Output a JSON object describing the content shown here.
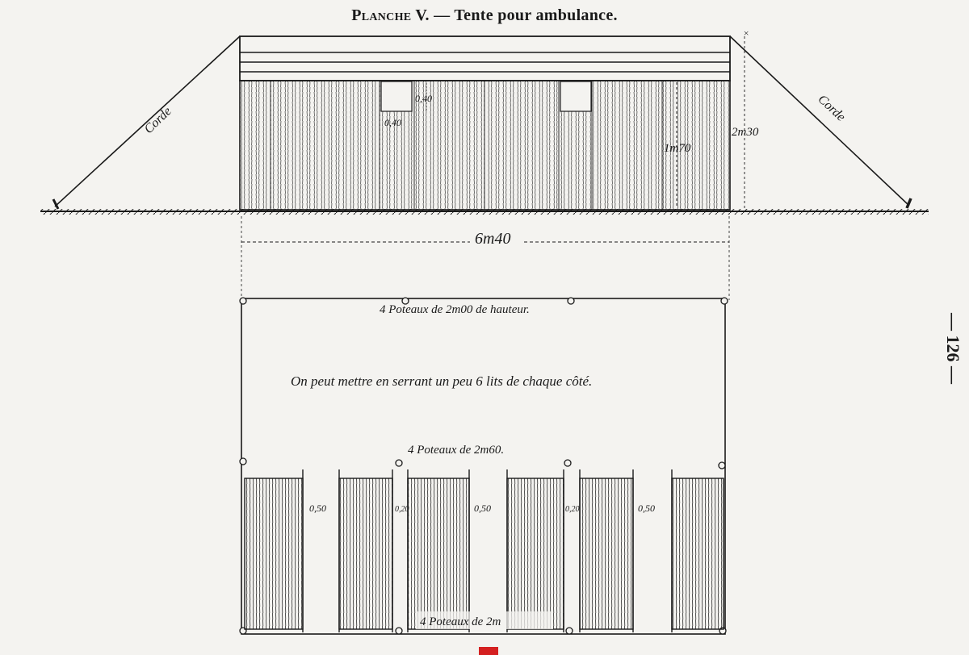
{
  "title": {
    "plate": "Planche V.",
    "dash": " — ",
    "caption": "Tente pour ambulance."
  },
  "page_number": "— 126 —",
  "elevation": {
    "rope_left": "Corde",
    "rope_right": "Corde",
    "window_height": "0,40",
    "window_width": "0,40",
    "wall_height": "1m70",
    "total_height": "2m30",
    "width": "6m40"
  },
  "plan": {
    "top_posts": "4 Poteaux de 2m00 de hauteur.",
    "capacity_note": "On peut mettre en serrant un peu 6 lits de chaque côté.",
    "middle_posts": "4 Poteaux de 2m60.",
    "bottom_posts": "4 Poteaux de 2m",
    "gap_labels": [
      "0,50",
      "0,20",
      "0,50",
      "0,20",
      "0,50"
    ]
  }
}
